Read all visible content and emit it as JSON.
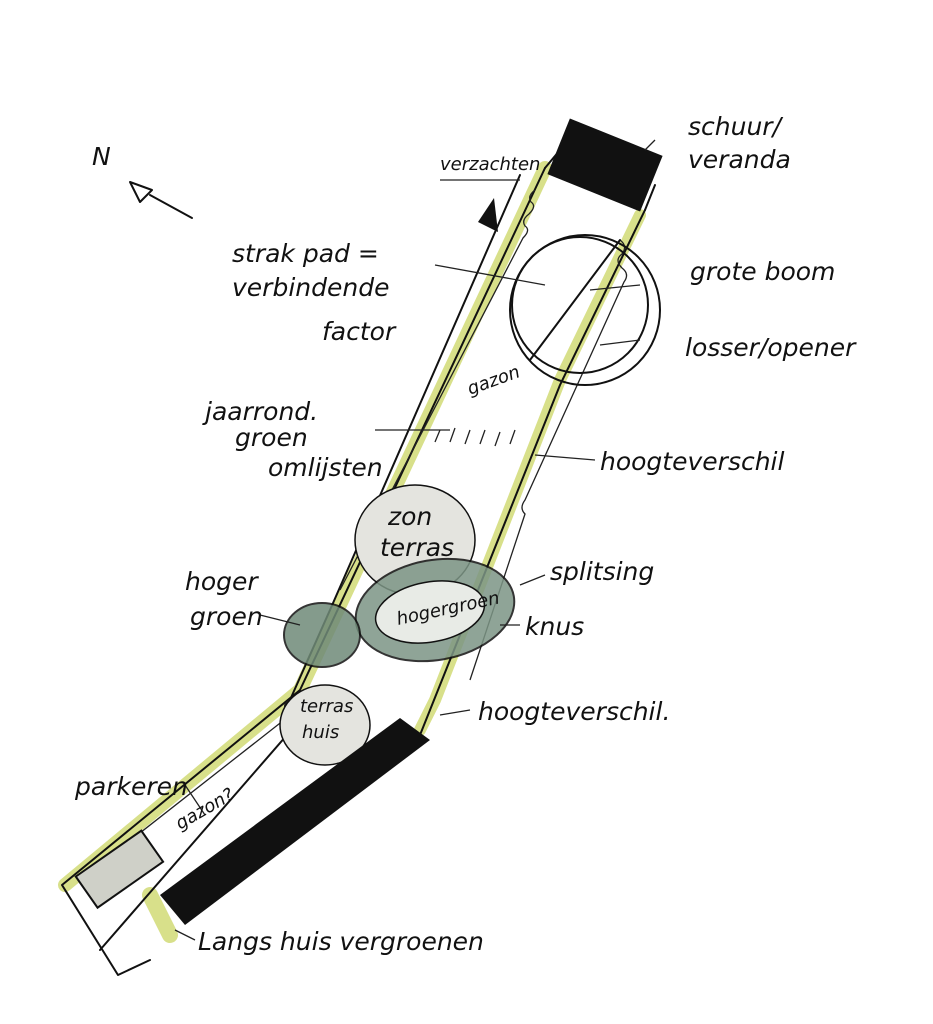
{
  "north": {
    "label": "N"
  },
  "labels": {
    "shed": [
      "schuur/",
      "veranda"
    ],
    "soften": "verzachten",
    "path": [
      "strak pad =",
      "verbindende",
      "factor"
    ],
    "tree": "grote boom",
    "looser": "losser/opener",
    "evergreen": [
      "jaarrond.",
      "groen"
    ],
    "lawn": "gazon",
    "frame": "omlijsten",
    "height_diff_top": "hoogteverschil",
    "sun_terrace": [
      "zon",
      "terras"
    ],
    "split": "splitsing",
    "higher_green_left": [
      "hoger",
      "groen"
    ],
    "higher_green_inner": "hogergroen",
    "cosy": "knus",
    "house_terrace": [
      "terras",
      "huis"
    ],
    "height_diff_bottom": "hoogteverschil.",
    "parking": "parkeren",
    "lawn_question": "gazon?",
    "along_house": "Langs huis vergroenen"
  },
  "colors": {
    "hedge": "#d8e08a",
    "dark_green": "#5f7a68",
    "ink": "#111111",
    "terrace_grey": "#cfd0c8"
  }
}
